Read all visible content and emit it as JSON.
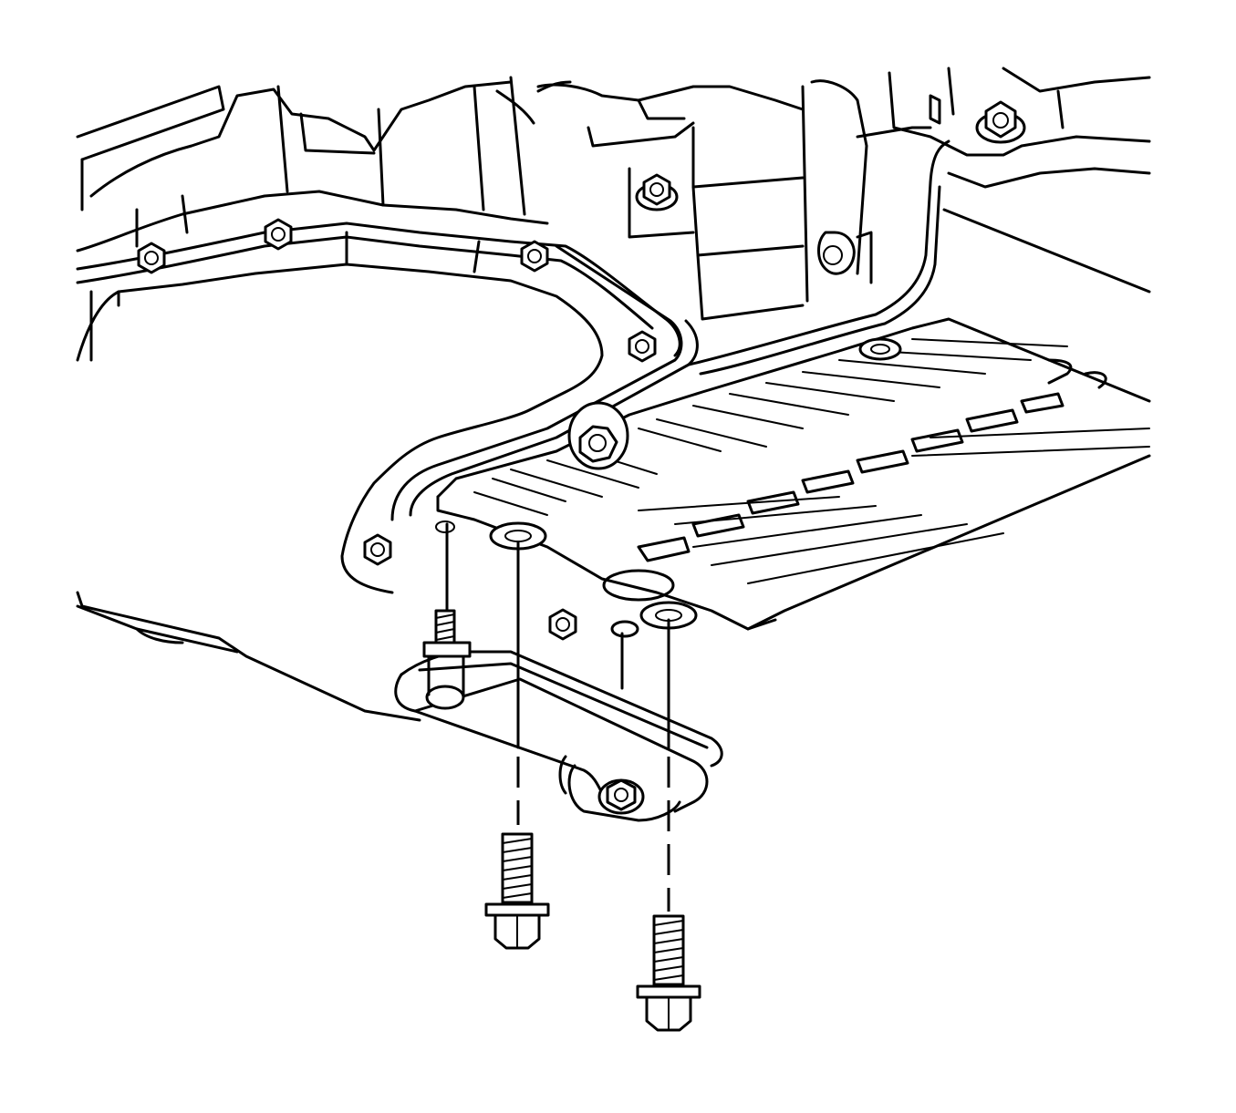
{
  "figure": {
    "background_color": "#ffffff",
    "line_color": "#000000",
    "components": [
      {
        "name": "engine-block",
        "kind": "casting"
      },
      {
        "name": "oil-pan",
        "kind": "pan"
      },
      {
        "name": "transmission-housing",
        "kind": "casting"
      },
      {
        "name": "transmission-pan",
        "kind": "ribbed-pan"
      },
      {
        "name": "support-bracket",
        "kind": "bracket"
      },
      {
        "name": "bracket-bolt-left",
        "kind": "flange-bolt"
      },
      {
        "name": "bracket-bolt-right",
        "kind": "flange-bolt"
      },
      {
        "name": "bracket-stud",
        "kind": "stud"
      }
    ]
  }
}
